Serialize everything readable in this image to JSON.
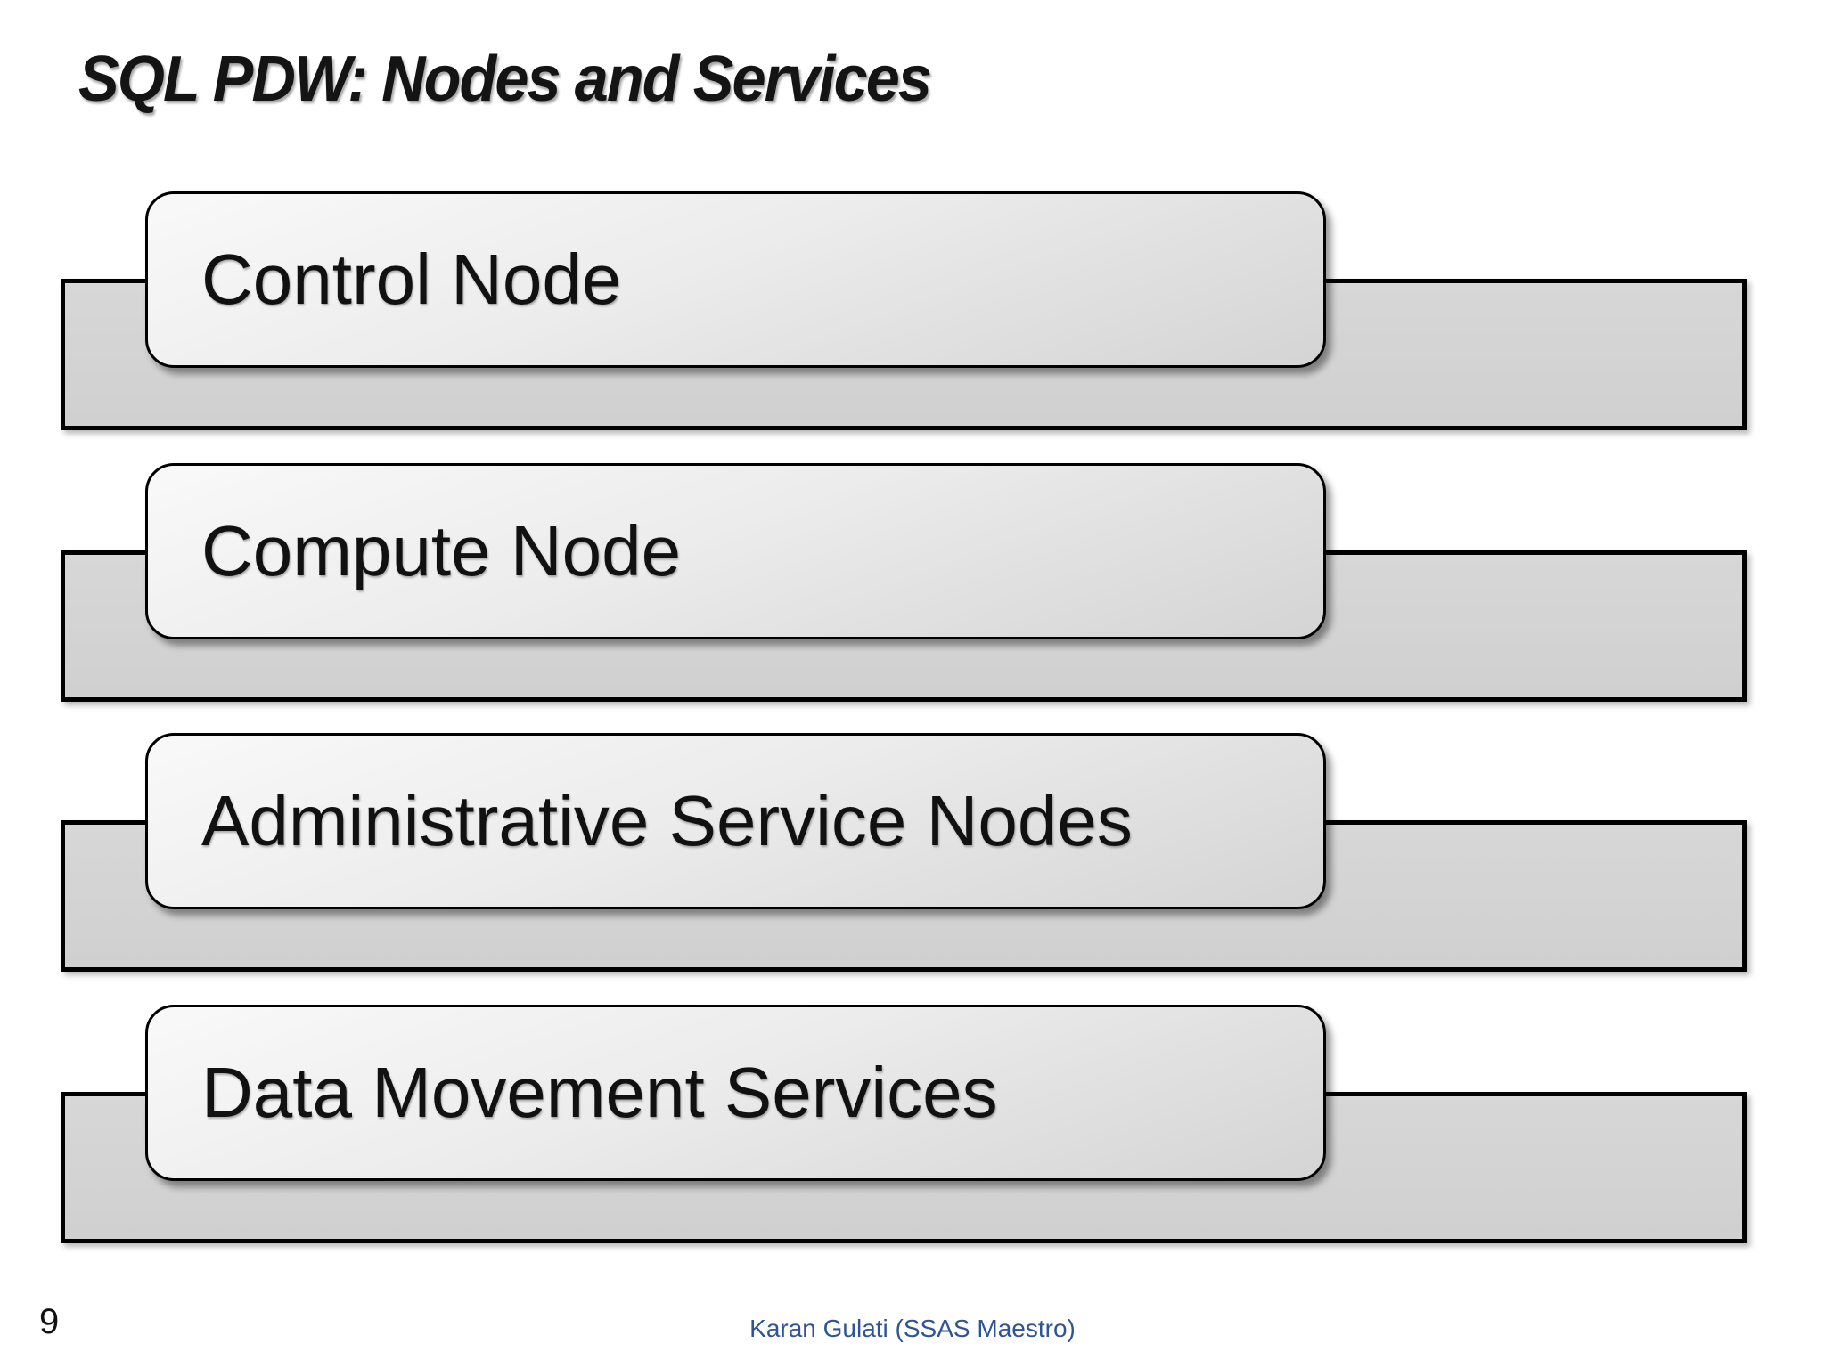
{
  "slide": {
    "title": "SQL PDW: Nodes and Services",
    "items": [
      {
        "label": "Control Node"
      },
      {
        "label": "Compute Node"
      },
      {
        "label": "Administrative Service Nodes"
      },
      {
        "label": "Data Movement Services"
      }
    ],
    "page_number": "9",
    "footer": "Karan Gulati (SSAS Maestro)",
    "colors": {
      "footer_text": "#2F5496",
      "box_border": "#000000",
      "box_fill_top": "#f9f9f9",
      "box_fill_bottom": "#d4d4d4",
      "band_fill": "#d3d3d3",
      "title_text": "#141414",
      "background": "#ffffff"
    }
  }
}
